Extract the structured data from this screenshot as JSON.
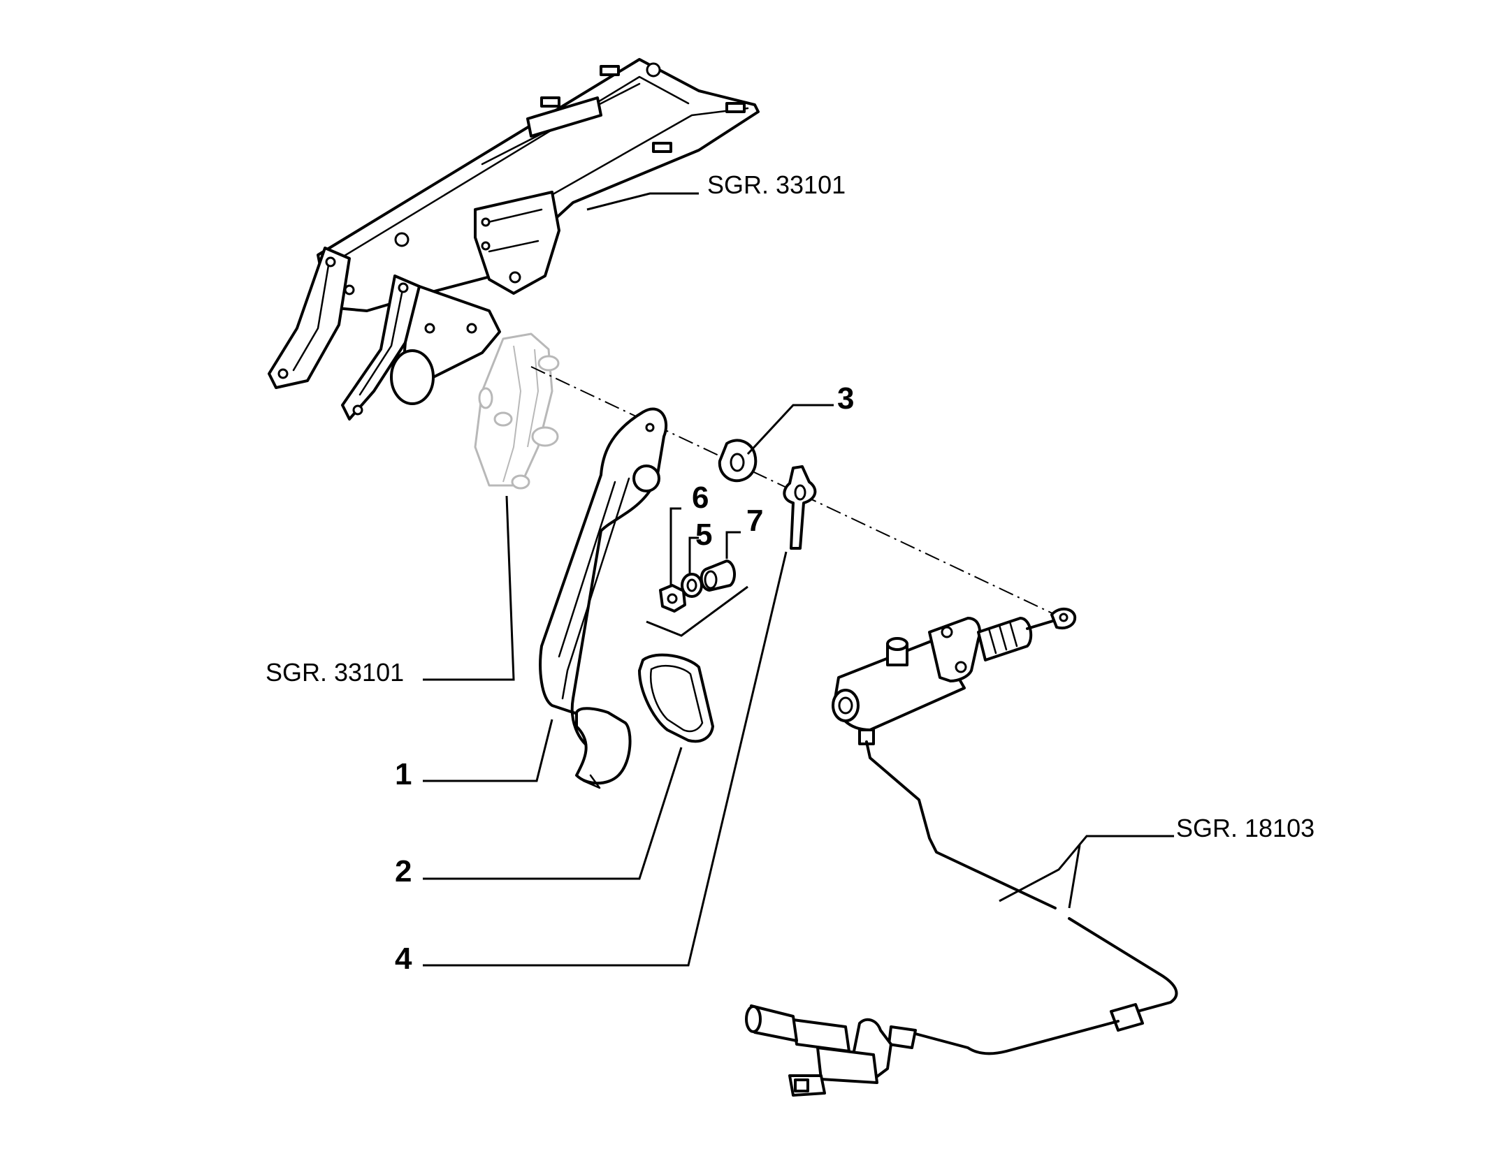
{
  "callouts": {
    "part_1": "1",
    "part_2": "2",
    "part_3": "3",
    "part_4": "4",
    "part_5": "5",
    "part_6": "6",
    "part_7": "7"
  },
  "references": {
    "support_bracket": "SGR. 33101",
    "pivot_bracket": "SGR. 33101",
    "hydraulic_line": "SGR. 18103"
  }
}
